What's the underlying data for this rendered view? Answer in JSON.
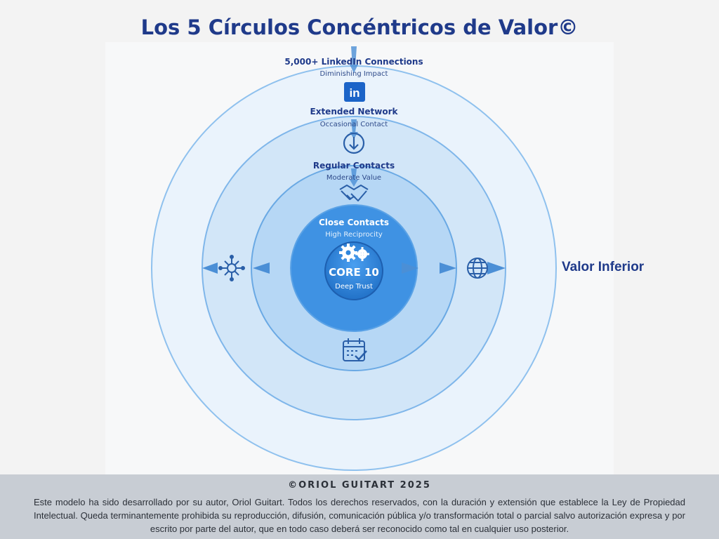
{
  "title": "Los 5 Círculos Concéntricos de Valor©",
  "side_label": "Valor Inferior",
  "rings": [
    {
      "label": "5,000+ LinkedIn Connections",
      "sublabel": "Diminishing Impact",
      "icon": "linkedin-icon"
    },
    {
      "label": "Extended Network",
      "sublabel": "Occasional Contact",
      "icon": "refresh-arrow-icon"
    },
    {
      "label": "Regular Contacts",
      "sublabel": "Moderate Value",
      "icon": "handshake-icon"
    },
    {
      "label": "Close Contacts",
      "sublabel": "High Reciprocity",
      "icon": "gears-icon"
    },
    {
      "label": "CORE 10",
      "sublabel": "Deep Trust"
    }
  ],
  "side_icons": [
    "network-hub-icon",
    "globe-icon",
    "calendar-check-icon"
  ],
  "colors": {
    "title": "#1f3a8a",
    "ring1": "#eaf3fc",
    "ring2": "#d2e6f8",
    "ring3": "#b6d7f5",
    "ring4": "#8cc0ef",
    "core": "#2f86dc",
    "footer_bg": "#c8cdd4"
  },
  "footer": {
    "title": "©ORIOL GUITART 2025",
    "text": "Este modelo ha sido desarrollado por su autor, Oriol Guitart. Todos los derechos reservados, con la duración y extensión que establece la Ley de Propiedad Intelectual. Queda terminantemente prohibida su reproducción, difusión, comunicación pública y/o transformación total o parcial salvo autorización expresa y por escrito por parte del autor, que en todo caso deberá ser reconocido como tal en cualquier uso posterior."
  }
}
